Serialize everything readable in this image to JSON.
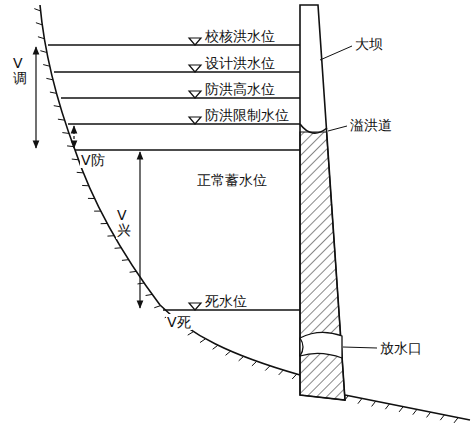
{
  "diagram": {
    "labels": [
      "校核洪水位",
      "设计洪水位",
      "防洪高水位",
      "防洪限制水位",
      "正常蓄水位",
      "死水位",
      "大坝",
      "溢洪道",
      "放水口",
      "V调",
      "V防",
      "V兴",
      "V死"
    ]
  }
}
